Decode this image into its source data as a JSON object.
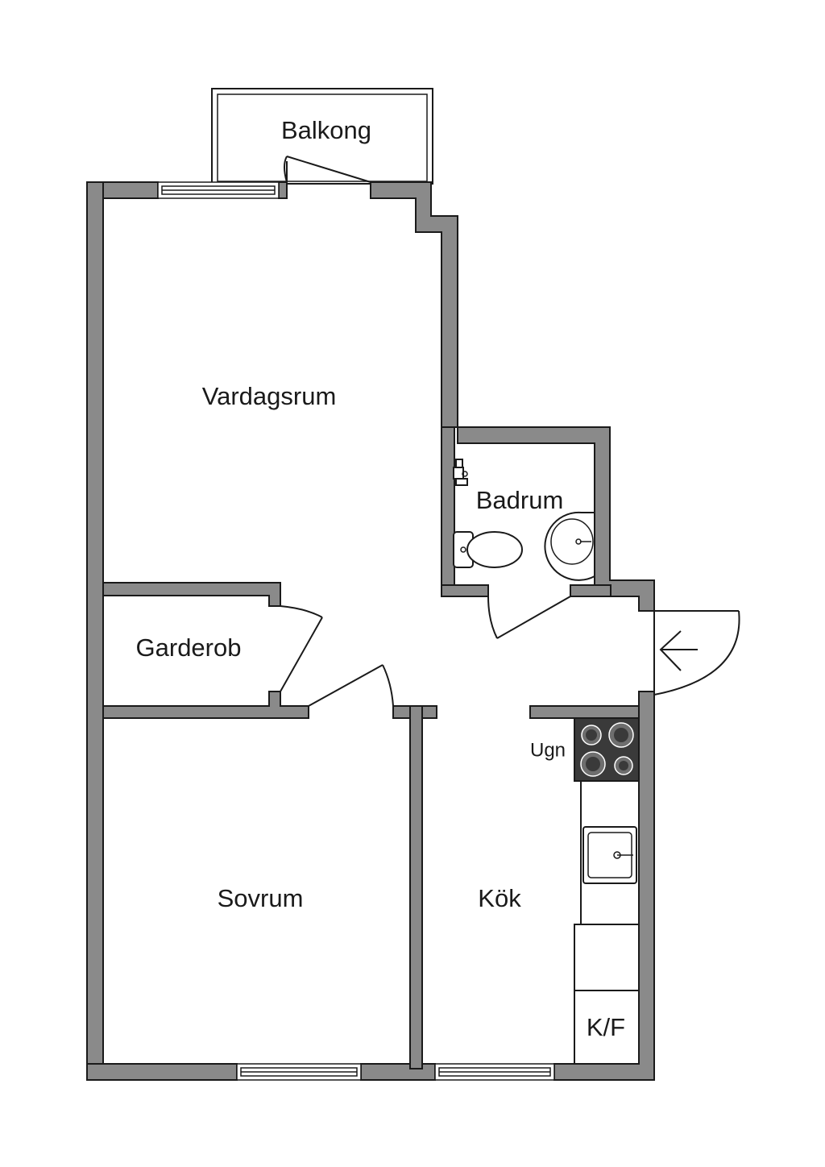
{
  "rooms": {
    "balcony": "Balkong",
    "living_room": "Vardagsrum",
    "bathroom": "Badrum",
    "wardrobe": "Garderob",
    "bedroom": "Sovrum",
    "kitchen": "Kök"
  },
  "fixtures": {
    "oven": "Ugn",
    "fridge_freezer": "K/F"
  },
  "colors": {
    "wall_fill": "#8a8a8a",
    "line": "#1a1a1a",
    "stove": "#3a3a3a"
  }
}
